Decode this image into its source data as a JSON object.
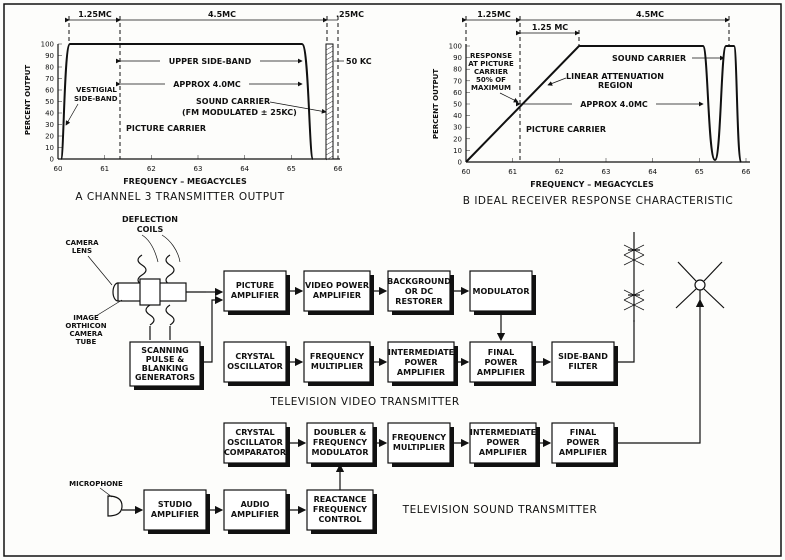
{
  "chartA": {
    "caption": "A  CHANNEL 3 TRANSMITTER OUTPUT",
    "ylabel": "PERCENT OUTPUT",
    "xlabel": "FREQUENCY – MEGACYCLES",
    "xticks": [
      "60",
      "61",
      "62",
      "63",
      "64",
      "65",
      "66"
    ],
    "yticks": [
      "0",
      "10",
      "20",
      "30",
      "40",
      "50",
      "60",
      "70",
      "80",
      "90",
      "100"
    ],
    "dim_125": "1.25MC",
    "dim_45": "4.5MC",
    "dim_25": ".25MC",
    "upper_sideband": "UPPER SIDE-BAND",
    "approx_4": "APPROX 4.0MC",
    "fifty_kc": "50 KC",
    "vestigial_1": "VESTIGIAL",
    "vestigial_2": "SIDE-BAND",
    "sound_carrier": "SOUND CARRIER",
    "fm_modulated": "(FM MODULATED ± 25KC)",
    "picture_carrier": "PICTURE CARRIER"
  },
  "chartB": {
    "caption": "B  IDEAL RECEIVER RESPONSE CHARACTERISTIC",
    "ylabel": "PERCENT OUTPUT",
    "xlabel": "FREQUENCY – MEGACYCLES",
    "xticks": [
      "60",
      "61",
      "62",
      "63",
      "64",
      "65",
      "66"
    ],
    "yticks": [
      "0",
      "10",
      "20",
      "30",
      "40",
      "50",
      "60",
      "70",
      "80",
      "90",
      "100"
    ],
    "dim_125a": "1.25MC",
    "dim_125b": "1.25 MC",
    "dim_45": "4.5MC",
    "response_1": "RESPONSE",
    "response_2": "AT PICTURE",
    "response_3": "CARRIER",
    "response_4": "50% OF",
    "response_5": "MAXIMUM",
    "sound_carrier": "SOUND CARRIER",
    "linear_1": "LINEAR ATTENUATION",
    "linear_2": "REGION",
    "approx_4": "APPROX 4.0MC",
    "picture_carrier": "PICTURE CARRIER"
  },
  "video": {
    "caption": "TELEVISION VIDEO TRANSMITTER",
    "camera_lens_1": "CAMERA",
    "camera_lens_2": "LENS",
    "deflection_1": "DEFLECTION",
    "deflection_2": "COILS",
    "orthicon_1": "IMAGE",
    "orthicon_2": "ORTHICON",
    "orthicon_3": "CAMERA",
    "orthicon_4": "TUBE",
    "scanning_1": "SCANNING",
    "scanning_2": "PULSE &",
    "scanning_3": "BLANKING",
    "scanning_4": "GENERATORS",
    "picture_amp_1": "PICTURE",
    "picture_amp_2": "AMPLIFIER",
    "video_power_1": "VIDEO POWER",
    "video_power_2": "AMPLIFIER",
    "background_1": "BACKGROUND",
    "background_2": "OR DC",
    "background_3": "RESTORER",
    "modulator": "MODULATOR",
    "crystal_1": "CRYSTAL",
    "crystal_2": "OSCILLATOR",
    "freq_mult_1": "FREQUENCY",
    "freq_mult_2": "MULTIPLIER",
    "intermediate_1": "INTERMEDIATE",
    "intermediate_2": "POWER",
    "intermediate_3": "AMPLIFIER",
    "final_1": "FINAL",
    "final_2": "POWER",
    "final_3": "AMPLIFIER",
    "sideband_1": "SIDE-BAND",
    "sideband_2": "FILTER"
  },
  "sound": {
    "caption": "TELEVISION SOUND TRANSMITTER",
    "crystal_comp_1": "CRYSTAL",
    "crystal_comp_2": "OSCILLATOR",
    "crystal_comp_3": "COMPARATOR",
    "doubler_1": "DOUBLER &",
    "doubler_2": "FREQUENCY",
    "doubler_3": "MODULATOR",
    "freq_mult_1": "FREQUENCY",
    "freq_mult_2": "MULTIPLIER",
    "intermediate_1": "INTERMEDIATE",
    "intermediate_2": "POWER",
    "intermediate_3": "AMPLIFIER",
    "final_1": "FINAL",
    "final_2": "POWER",
    "final_3": "AMPLIFIER",
    "microphone": "MICROPHONE",
    "studio_1": "STUDIO",
    "studio_2": "AMPLIFIER",
    "audio_1": "AUDIO",
    "audio_2": "AMPLIFIER",
    "reactance_1": "REACTANCE",
    "reactance_2": "FREQUENCY",
    "reactance_3": "CONTROL"
  }
}
